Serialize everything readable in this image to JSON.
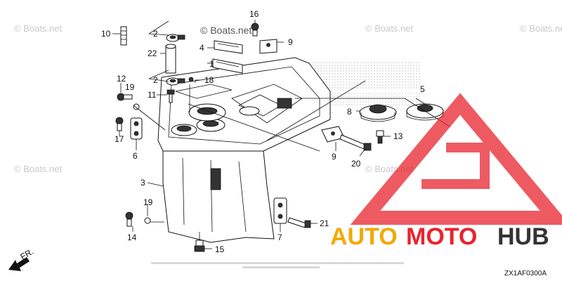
{
  "watermarks": {
    "main": "© Boats.net",
    "faint": "© Boats.net"
  },
  "part_numbers": [
    {
      "id": "p1",
      "text": "1"
    },
    {
      "id": "p2a",
      "text": "2"
    },
    {
      "id": "p2b",
      "text": "2"
    },
    {
      "id": "p3",
      "text": "3"
    },
    {
      "id": "p4",
      "text": "4"
    },
    {
      "id": "p5",
      "text": "5"
    },
    {
      "id": "p6",
      "text": "6"
    },
    {
      "id": "p7",
      "text": "7"
    },
    {
      "id": "p8",
      "text": "8"
    },
    {
      "id": "p9a",
      "text": "9"
    },
    {
      "id": "p9b",
      "text": "9"
    },
    {
      "id": "p10",
      "text": "10"
    },
    {
      "id": "p11",
      "text": "11"
    },
    {
      "id": "p12",
      "text": "12"
    },
    {
      "id": "p13",
      "text": "13"
    },
    {
      "id": "p14",
      "text": "14"
    },
    {
      "id": "p15",
      "text": "15"
    },
    {
      "id": "p16",
      "text": "16"
    },
    {
      "id": "p17",
      "text": "17"
    },
    {
      "id": "p18",
      "text": "18"
    },
    {
      "id": "p19a",
      "text": "19"
    },
    {
      "id": "p19b",
      "text": "19"
    },
    {
      "id": "p20",
      "text": "20"
    },
    {
      "id": "p21",
      "text": "21"
    },
    {
      "id": "p22",
      "text": "22"
    }
  ],
  "diagram_code": "ZX1AF0300A",
  "front_arrow_label": "FR.",
  "brand": {
    "auto": "AUTO",
    "moto": "MOTO",
    "hub": "HUB",
    "colors": {
      "auto": "#f2a900",
      "moto": "#e8232e",
      "hub": "#333333",
      "logo": "#e8232e"
    }
  }
}
